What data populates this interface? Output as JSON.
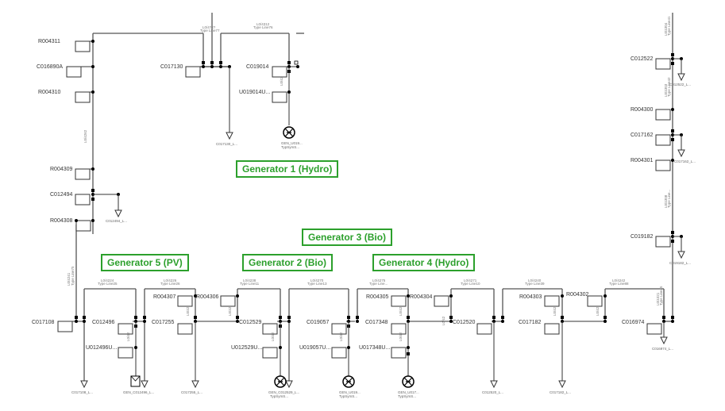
{
  "annotations": {
    "gen1": "Generator 1 (Hydro)",
    "gen2": "Generator 2 (Bio)",
    "gen3": "Generator 3 (Bio)",
    "gen4": "Generator 4 (Hydro)",
    "gen5": "Generator 5 (PV)"
  },
  "accent_color": "#2ca02c",
  "nodes": {
    "R004311": "R004311",
    "C016890A": "C016890A",
    "R004310": "R004310",
    "R004309": "R004309",
    "C012494": "C012494",
    "R004308": "R004308",
    "C017130": "C017130",
    "C019014": "C019014",
    "U019014U": "U019014U...",
    "C012522": "C012522",
    "R004300": "R004300",
    "C017162": "C017162",
    "R004301": "R004301",
    "C019182": "C019182",
    "C017108": "C017108",
    "C012496": "C012496",
    "U012496U": "U012496U...",
    "R004307": "R004307",
    "R004306": "R004306",
    "C017255": "C017255",
    "C012529": "C012529",
    "U012529U": "U012529U...",
    "C019057": "C019057",
    "U019057U": "U019057U...",
    "R004305": "R004305",
    "R004304": "R004304",
    "C017348": "C017348",
    "U017348U": "U017348U...",
    "C012520": "C012520",
    "R004303": "R004303",
    "R004302": "R004302",
    "C017182": "C017182",
    "C016974": "C016974"
  },
  "loads": {
    "C017130_L": "C017130_L...",
    "C012494_L": "C012494_L...",
    "C012522_L": "C012522_L...",
    "C017162_L": "C017162_L...",
    "C019182_L": "C019182_L...",
    "C017108_L": "C017108_L...",
    "C012496_L": "GEN_C012496_L...",
    "C017255_L": "C017255_L...",
    "C012529_L": "GEN_C012529_L...",
    "C012520_L": "C012520_L...",
    "C017182_L": "C017182_L...",
    "C016974_L": "C016974_L..."
  },
  "generators": {
    "GEN_U019014": "GEN_U019...",
    "GEN_U019014_type": "TypSymS...",
    "GEN_U012529_type": "TypSymS...",
    "GEN_U019057": "GEN_U019...",
    "GEN_U019057_type": "TypSymS...",
    "GEN_U017348": "GEN_U017...",
    "GEN_U017348_type": "TypSymS..."
  },
  "lines": {
    "top1": "L0/4?2?",
    "top1_type": "Type Line77",
    "top2": "L0/4312",
    "top2_type": "Type Line76",
    "b1": "L0/4224",
    "b1_type": "Type Line25",
    "b2": "L0/4226",
    "b2_type": "Type Line26",
    "b3": "L0/4238",
    "b3_type": "Type Line11",
    "b4": "L0/4270",
    "b4_type": "Type Line13",
    "b5": "L0/4275",
    "b5_type": "Type Line...",
    "b6": "L0/4271",
    "b6_type": "Type Line10",
    "b7": "L0/4240",
    "b7_type": "Type Line39",
    "b8": "L0/4242",
    "b8_type": "Type Line88",
    "v_left_long": "L0/4262",
    "v_left_low": "L0/4241",
    "v_left_low_type": "Type Line75",
    "v_right_top": "L0/4304",
    "v_right_top_type": "Type Line41",
    "v_right_2": "L0/4303",
    "v_right_2_type": "Type Line42",
    "v_right_3": "L0/4308",
    "v_right_3_type": "Type Line...",
    "v_right_4": "L0/4321",
    "v_right_4_type": "Type Line45",
    "short": "L0/42",
    "short_type": "Type L..."
  }
}
